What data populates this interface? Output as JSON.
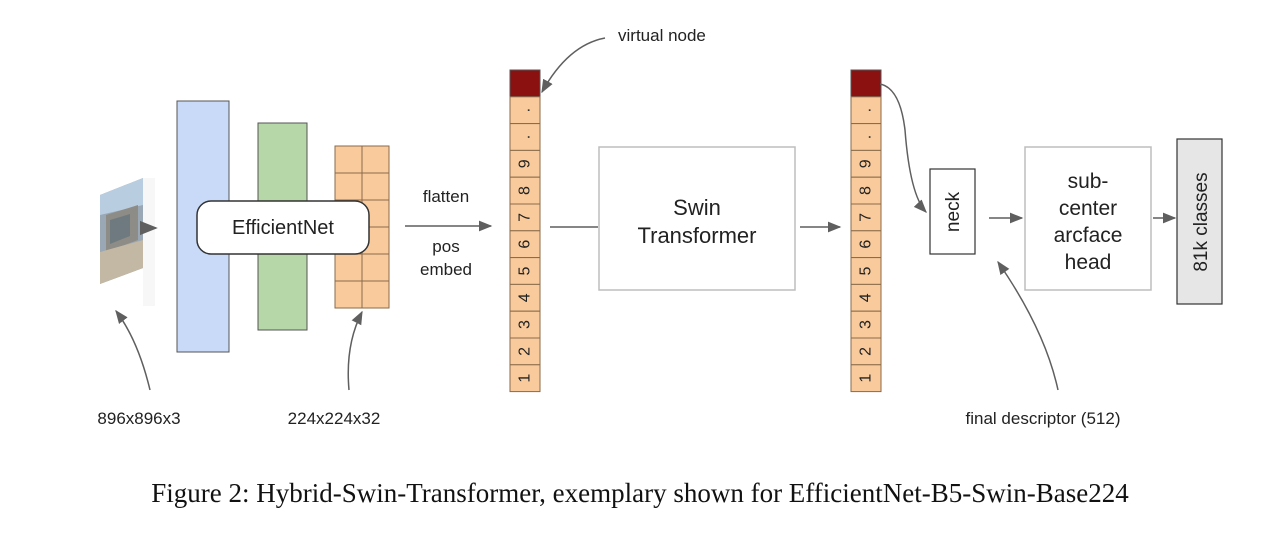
{
  "diagram": {
    "input_size_label": "896x896x3",
    "feature_size_label": "224x224x32",
    "efficientnet_label": "EfficientNet",
    "flatten_label": "flatten",
    "pos_embed_lines": [
      "pos",
      "embed"
    ],
    "virtual_node_label": "virtual node",
    "token_labels": [
      ".",
      ".",
      "9",
      "8",
      "7",
      "6",
      "5",
      "4",
      "3",
      "2",
      "1"
    ],
    "swin_lines": [
      "Swin",
      "Transformer"
    ],
    "neck_label": "neck",
    "head_lines": [
      "sub-",
      "center",
      "arcface",
      "head"
    ],
    "classes_label": "81k classes",
    "descriptor_label": "final descriptor (512)",
    "colors": {
      "blue_block": "#c9daf8",
      "green_block": "#b6d7a8",
      "token_fill": "#f9cb9c",
      "virtual_node": "#8b1010",
      "classes_box": "#e6e6e6",
      "arrow": "#5f5f5f"
    }
  },
  "caption": {
    "prefix": "Figure 2:",
    "text": "Hybrid-Swin-Transformer, exemplary shown for EfficientNet-B5-Swin-Base224"
  }
}
